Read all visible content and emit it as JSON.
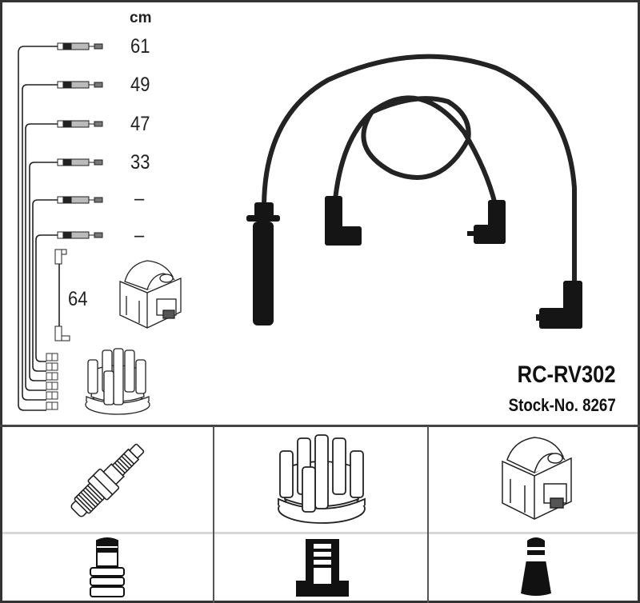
{
  "product": {
    "model": "RC-RV302",
    "stock_label": "Stock-No. 8267"
  },
  "legend": {
    "unit": "cm",
    "wires": [
      {
        "length": "61"
      },
      {
        "length": "49"
      },
      {
        "length": "47"
      },
      {
        "length": "33"
      },
      {
        "length": "–"
      },
      {
        "length": "–"
      }
    ],
    "coil_wire_length": "64"
  },
  "component_grid": {
    "row1": [
      "spark-plug",
      "distributor-cap",
      "ignition-coil"
    ],
    "row2": [
      "plug-connector-straight",
      "distributor-connector",
      "coil-connector-tapered"
    ]
  },
  "colors": {
    "ink": "#1a1a1a",
    "cable": "#222222",
    "border": "#444444",
    "divider_light": "#d8d8d8"
  }
}
